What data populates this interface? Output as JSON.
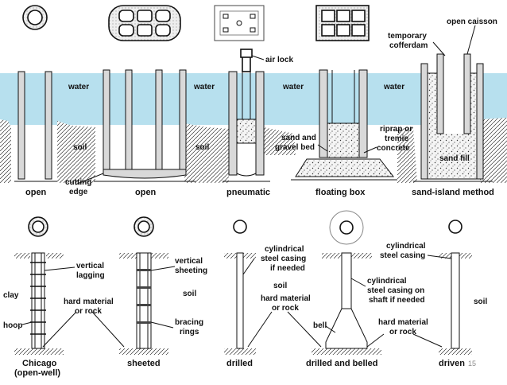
{
  "colors": {
    "water": "#b7e0ee",
    "ink": "#111111",
    "concrete": "#d9d9d9"
  },
  "top_labels": {
    "water": "water",
    "soil": "soil",
    "cutting_edge_line1": "cutting",
    "cutting_edge_line2": "edge",
    "air_lock": "air lock",
    "sand_gravel_line1": "sand and",
    "sand_gravel_line2": "gravel bed",
    "riprap_line1": "riprap or",
    "riprap_line2": "tremie",
    "riprap_line3": "concrete",
    "open_caisson": "open caisson",
    "cofferdam_line1": "temporary",
    "cofferdam_line2": "cofferdam",
    "sand_fill": "sand fill"
  },
  "top_captions": [
    "open",
    "open",
    "pneumatic",
    "floating box",
    "sand-island method"
  ],
  "bottom_labels": {
    "vertical_lagging_line1": "vertical",
    "vertical_lagging_line2": "lagging",
    "clay": "clay",
    "hoop": "hoop",
    "hard_left_line1": "hard material",
    "hard_left_line2": "or rock",
    "vertical_sheeting_line1": "vertical",
    "vertical_sheeting_line2": "sheeting",
    "soil_sheeted": "soil",
    "bracing_line1": "bracing",
    "bracing_line2": "rings",
    "cyl_needed_line1": "cylindrical",
    "cyl_needed_line2": "steel casing",
    "cyl_needed_line3": "if needed",
    "soil_drilled": "soil",
    "hard_mid_line1": "hard material",
    "hard_mid_line2": "or rock",
    "bell": "bell",
    "cyl_shaft_line1": "cylindrical",
    "cyl_shaft_line2": "steel casing on",
    "cyl_shaft_line3": "shaft if needed",
    "cyl_driven_line1": "cylindrical",
    "cyl_driven_line2": "steel casing",
    "soil_driven": "soil",
    "hard_right_line1": "hard material",
    "hard_right_line2": "or rock"
  },
  "bottom_captions": {
    "chicago_line1": "Chicago",
    "chicago_line2": "(open-well)",
    "sheeted": "sheeted",
    "drilled": "drilled",
    "drilled_belled": "drilled and belled",
    "driven": "driven"
  },
  "page_number": "15"
}
